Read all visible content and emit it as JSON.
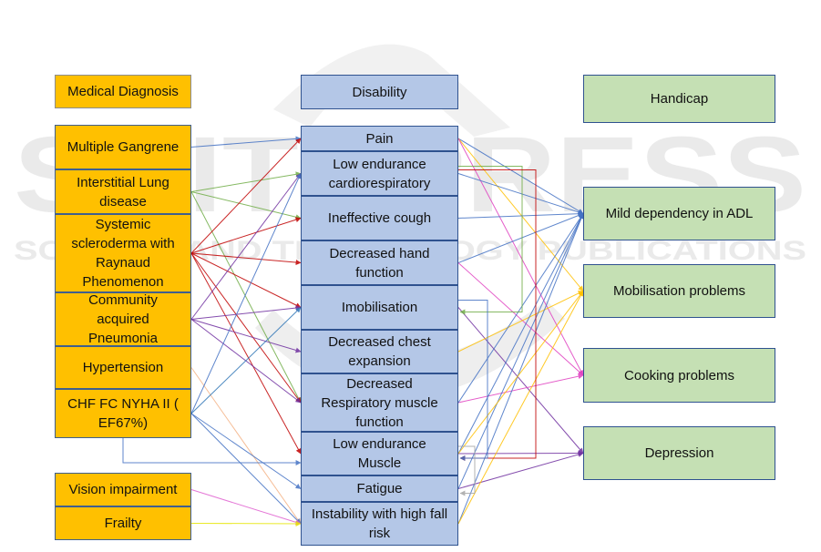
{
  "watermark": {
    "brand": "SCITEPRESS",
    "subtitle": "SCIENCE AND TECHNOLOGY PUBLICATIONS"
  },
  "columns": {
    "medical_diagnosis": {
      "header": "Medical Diagnosis",
      "items": [
        {
          "id": "gangrene",
          "label": "Multiple Gangrene"
        },
        {
          "id": "ild",
          "label": "Interstitial Lung disease"
        },
        {
          "id": "ssc",
          "label": "Systemic scleroderma with Raynaud Phenomenon"
        },
        {
          "id": "cap",
          "label": "Community acquired Pneumonia"
        },
        {
          "id": "htn",
          "label": "Hypertension"
        },
        {
          "id": "chf",
          "label": "CHF FC NYHA II ( EF67%)"
        },
        {
          "id": "vision",
          "label": "Vision impairment"
        },
        {
          "id": "frailty",
          "label": "Frailty"
        }
      ]
    },
    "disability": {
      "header": "Disability",
      "items": [
        {
          "id": "pain",
          "label": "Pain"
        },
        {
          "id": "lecr",
          "label": "Low endurance cardiorespiratory"
        },
        {
          "id": "cough",
          "label": "Ineffective cough"
        },
        {
          "id": "hand",
          "label": "Decreased hand function"
        },
        {
          "id": "immob",
          "label": "Imobilisation"
        },
        {
          "id": "chest",
          "label": "Decreased chest expansion"
        },
        {
          "id": "resp",
          "label": "Decreased Respiratory muscle function"
        },
        {
          "id": "lem",
          "label": "Low endurance Muscle"
        },
        {
          "id": "fatigue",
          "label": "Fatigue"
        },
        {
          "id": "fall",
          "label": "Instability with high fall risk"
        }
      ]
    },
    "handicap": {
      "header": "Handicap",
      "items": [
        {
          "id": "adl",
          "label": "Mild dependency in ADL"
        },
        {
          "id": "mob",
          "label": "Mobilisation problems"
        },
        {
          "id": "cook",
          "label": "Cooking problems"
        },
        {
          "id": "dep",
          "label": "Depression"
        }
      ]
    }
  },
  "links_left": [
    {
      "from": "gangrene",
      "to": "pain",
      "color": "#4472c4"
    },
    {
      "from": "ild",
      "to": "lecr",
      "color": "#70ad47"
    },
    {
      "from": "ild",
      "to": "cough",
      "color": "#70ad47"
    },
    {
      "from": "ild",
      "to": "resp",
      "color": "#70ad47"
    },
    {
      "from": "ssc",
      "to": "pain",
      "color": "#c00000"
    },
    {
      "from": "ssc",
      "to": "cough",
      "color": "#c00000"
    },
    {
      "from": "ssc",
      "to": "hand",
      "color": "#c00000"
    },
    {
      "from": "ssc",
      "to": "immob",
      "color": "#c00000"
    },
    {
      "from": "ssc",
      "to": "resp",
      "color": "#c00000"
    },
    {
      "from": "ssc",
      "to": "lem",
      "color": "#c00000"
    },
    {
      "from": "cap",
      "to": "lecr",
      "color": "#7030a0"
    },
    {
      "from": "cap",
      "to": "immob",
      "color": "#7030a0"
    },
    {
      "from": "cap",
      "to": "chest",
      "color": "#7030a0"
    },
    {
      "from": "cap",
      "to": "resp",
      "color": "#7030a0"
    },
    {
      "from": "htn",
      "to": "fall",
      "color": "#f4b183"
    },
    {
      "from": "chf",
      "to": "lecr",
      "color": "#4472c4"
    },
    {
      "from": "chf",
      "to": "immob",
      "color": "#2e75b6"
    },
    {
      "from": "chf",
      "to": "fatigue",
      "color": "#4472c4"
    },
    {
      "from": "chf",
      "to": "fall",
      "color": "#4472c4"
    },
    {
      "from": "vision",
      "to": "fall",
      "color": "#e060d0"
    },
    {
      "from": "frailty",
      "to": "fall",
      "color": "#e6e600"
    }
  ],
  "links_right": [
    {
      "from": "pain",
      "to": "adl",
      "color": "#4472c4"
    },
    {
      "from": "pain",
      "to": "mob",
      "color": "#ffc000"
    },
    {
      "from": "pain",
      "to": "cook",
      "color": "#e040c0"
    },
    {
      "from": "lecr",
      "to": "adl",
      "color": "#4472c4"
    },
    {
      "from": "hand",
      "to": "adl",
      "color": "#4472c4"
    },
    {
      "from": "hand",
      "to": "cook",
      "color": "#e040c0"
    },
    {
      "from": "immob",
      "to": "dep",
      "color": "#7030a0"
    },
    {
      "from": "chest",
      "to": "mob",
      "color": "#ffc000"
    },
    {
      "from": "resp",
      "to": "cook",
      "color": "#e040c0"
    },
    {
      "from": "lem",
      "to": "dep",
      "color": "#7030a0"
    },
    {
      "from": "fatigue",
      "to": "dep",
      "color": "#7030a0"
    },
    {
      "from": "fatigue",
      "to": "adl",
      "color": "#4472c4"
    },
    {
      "from": "fall",
      "to": "adl",
      "color": "#4472c4"
    },
    {
      "from": "fall",
      "to": "mob",
      "color": "#ffc000"
    },
    {
      "from": "lem",
      "to": "adl",
      "color": "#4472c4"
    },
    {
      "from": "lem",
      "to": "mob",
      "color": "#ffc000"
    },
    {
      "from": "resp",
      "to": "adl",
      "color": "#4472c4"
    },
    {
      "from": "cough",
      "to": "adl",
      "color": "#4472c4"
    }
  ],
  "elbow_links": [
    {
      "from": "lecr",
      "to": "immob",
      "color": "#70ad47"
    },
    {
      "from": "lecr",
      "to": "lem",
      "color": "#c00000"
    },
    {
      "from": "immob",
      "to": "lem",
      "color": "#4472c4"
    },
    {
      "from": "lem",
      "to": "fatigue",
      "color": "#a5a5a5"
    },
    {
      "from": "chf",
      "to": "lem",
      "color": "#4472c4"
    }
  ]
}
